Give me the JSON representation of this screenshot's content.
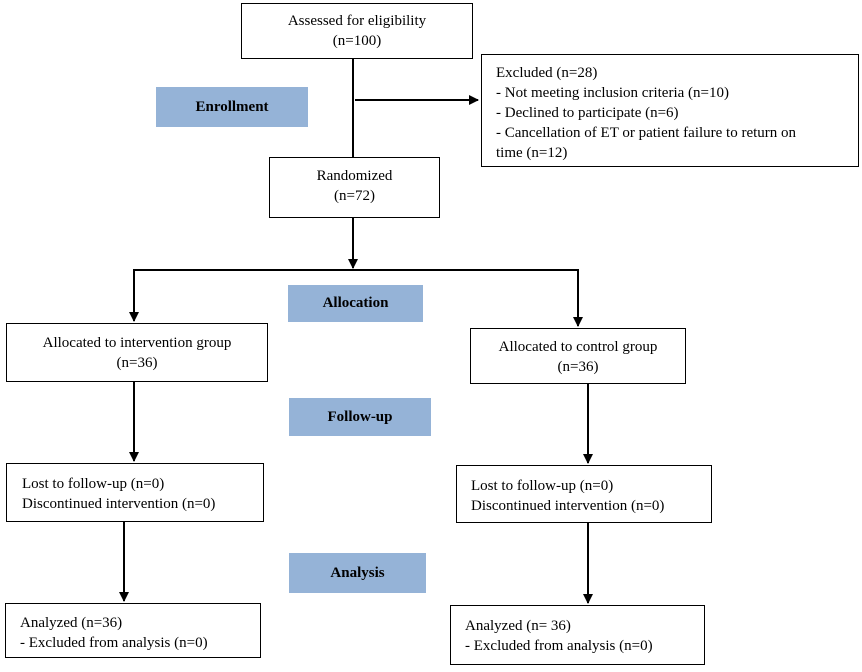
{
  "stages": {
    "enrollment": "Enrollment",
    "allocation": "Allocation",
    "follow_up": "Follow-up",
    "analysis": "Analysis"
  },
  "assessed": {
    "line1": "Assessed for eligibility",
    "line2": "(n=100)"
  },
  "excluded": {
    "title": "Excluded (n=28)",
    "items": [
      "- Not meeting inclusion criteria (n=10)",
      "- Declined to participate (n=6)",
      "- Cancellation of ET or patient failure to return on",
      "time (n=12)"
    ]
  },
  "randomized": {
    "line1": "Randomized",
    "line2": "(n=72)"
  },
  "intervention": {
    "allocated": {
      "line1": "Allocated to intervention group",
      "line2": "(n=36)"
    },
    "followup": {
      "line1": "Lost to follow-up (n=0)",
      "line2": "Discontinued intervention (n=0)"
    },
    "analysis": {
      "line1": "Analyzed (n=36)",
      "line2": "- Excluded from analysis (n=0)"
    }
  },
  "control": {
    "allocated": {
      "line1": "Allocated to control group",
      "line2": "(n=36)"
    },
    "followup": {
      "line1": "Lost to follow-up (n=0)",
      "line2": "Discontinued intervention (n=0)"
    },
    "analysis": {
      "line1": "Analyzed (n= 36)",
      "line2": "- Excluded from analysis (n=0)"
    }
  }
}
